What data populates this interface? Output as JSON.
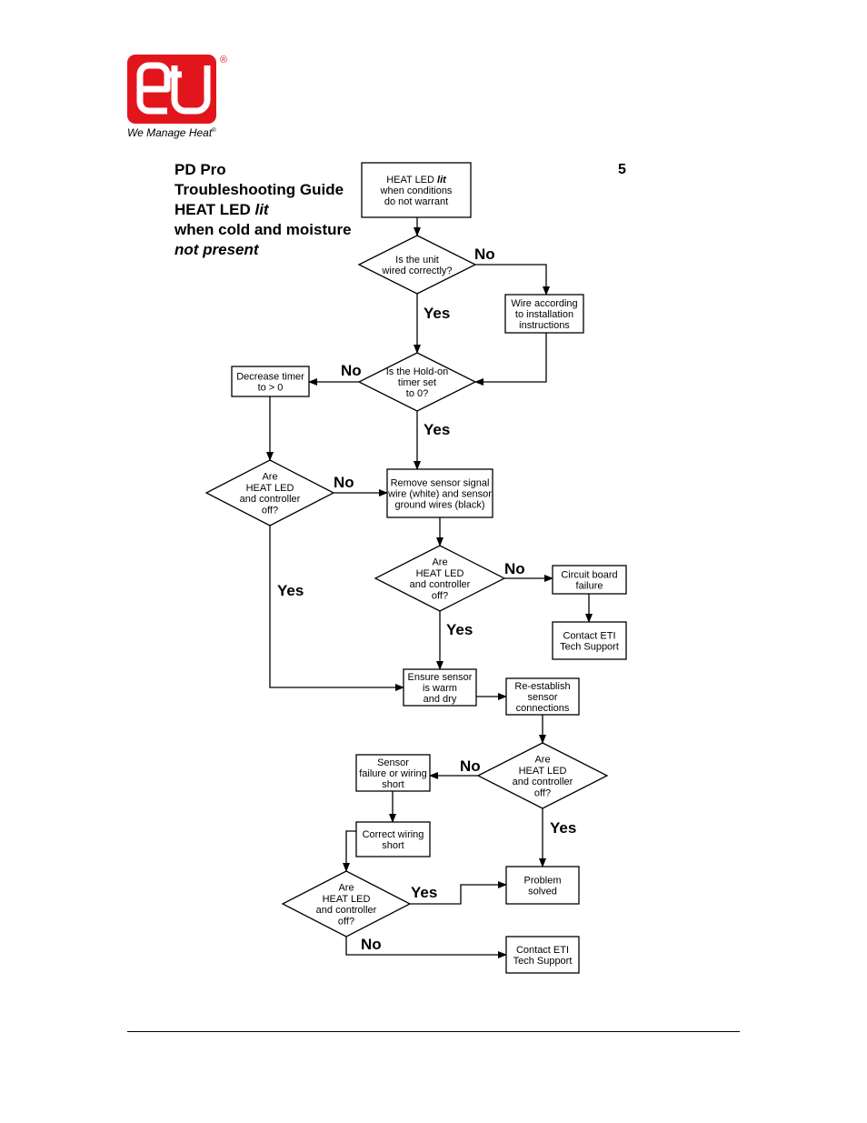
{
  "header": {
    "logo_text": "eti",
    "registered": "®",
    "tagline": "We Manage Heat",
    "tagline_mark": "®"
  },
  "title": {
    "line1": "PD Pro",
    "line2": "Troubleshooting Guide",
    "line3_prefix": "HEAT LED ",
    "line3_italic": "lit",
    "line4": "when cold and moisture",
    "line5": "not present"
  },
  "page_number": "5",
  "nodes": {
    "start": [
      "HEAT LED lit",
      "when conditions",
      "do not warrant"
    ],
    "wired_q": [
      "Is the unit",
      "wired correctly?"
    ],
    "wire_fix": [
      "Wire according",
      "to installation",
      "instructions"
    ],
    "holdon_q": [
      "Is the Hold-on",
      "timer set",
      "to 0?"
    ],
    "decrease": [
      "Decrease timer",
      "to > 0"
    ],
    "led_off_1": [
      "Are",
      "HEAT LED",
      "and controller",
      "off?"
    ],
    "remove_sensor": [
      "Remove sensor signal",
      "wire (white) and sensor",
      "ground wires (black)"
    ],
    "led_off_2": [
      "Are",
      "HEAT LED",
      "and controller",
      "off?"
    ],
    "circuit_board": [
      "Circuit board",
      "failure"
    ],
    "contact_1": [
      "Contact ETI",
      "Tech Support"
    ],
    "ensure_dry": [
      "Ensure sensor",
      "is warm",
      "and dry"
    ],
    "reestablish": [
      "Re-establish",
      "sensor",
      "connections"
    ],
    "led_off_3": [
      "Are",
      "HEAT LED",
      "and controller",
      "off?"
    ],
    "sensor_failure": [
      "Sensor",
      "failure or wiring",
      "short"
    ],
    "correct_wiring": [
      "Correct wiring",
      "short"
    ],
    "problem_solved": [
      "Problem",
      "solved"
    ],
    "led_off_4": [
      "Are",
      "HEAT LED",
      "and controller",
      "off?"
    ],
    "contact_2": [
      "Contact ETI",
      "Tech Support"
    ]
  },
  "labels": {
    "yes": "Yes",
    "no": "No"
  }
}
